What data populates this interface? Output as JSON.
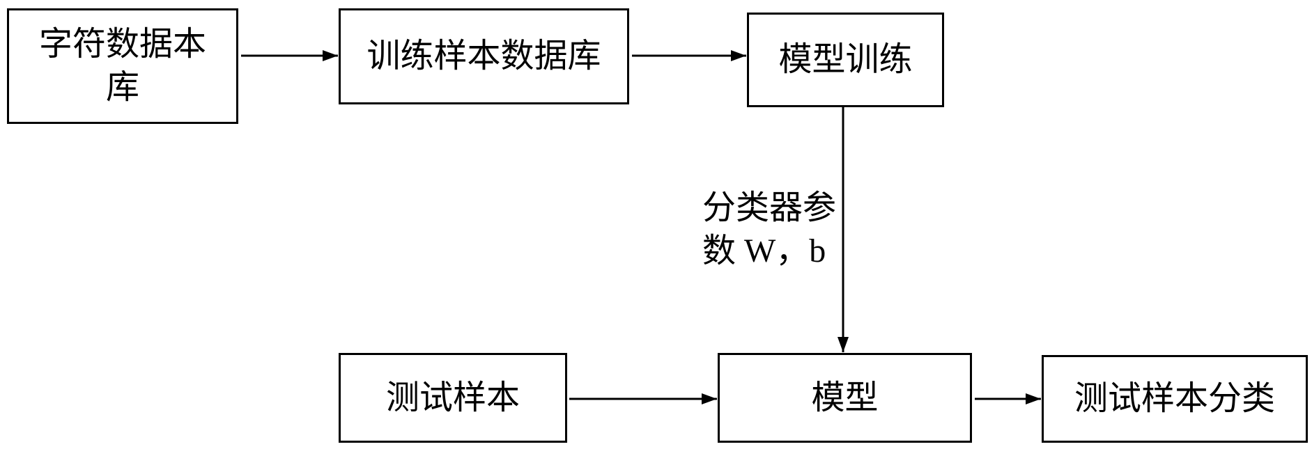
{
  "diagram": {
    "nodes": {
      "char_db": {
        "lines": [
          "字符数据本",
          "库"
        ]
      },
      "train_db": {
        "lines": [
          "训练样本数据库"
        ]
      },
      "train": {
        "lines": [
          "模型训练"
        ]
      },
      "test_sample": {
        "lines": [
          "测试样本"
        ]
      },
      "model": {
        "lines": [
          "模型"
        ]
      },
      "classify": {
        "lines": [
          "测试样本分类"
        ]
      }
    },
    "edge_label": {
      "lines": [
        "分类器参",
        "数 W，b"
      ]
    },
    "colors": {
      "stroke": "#000000",
      "background": "#ffffff"
    }
  }
}
